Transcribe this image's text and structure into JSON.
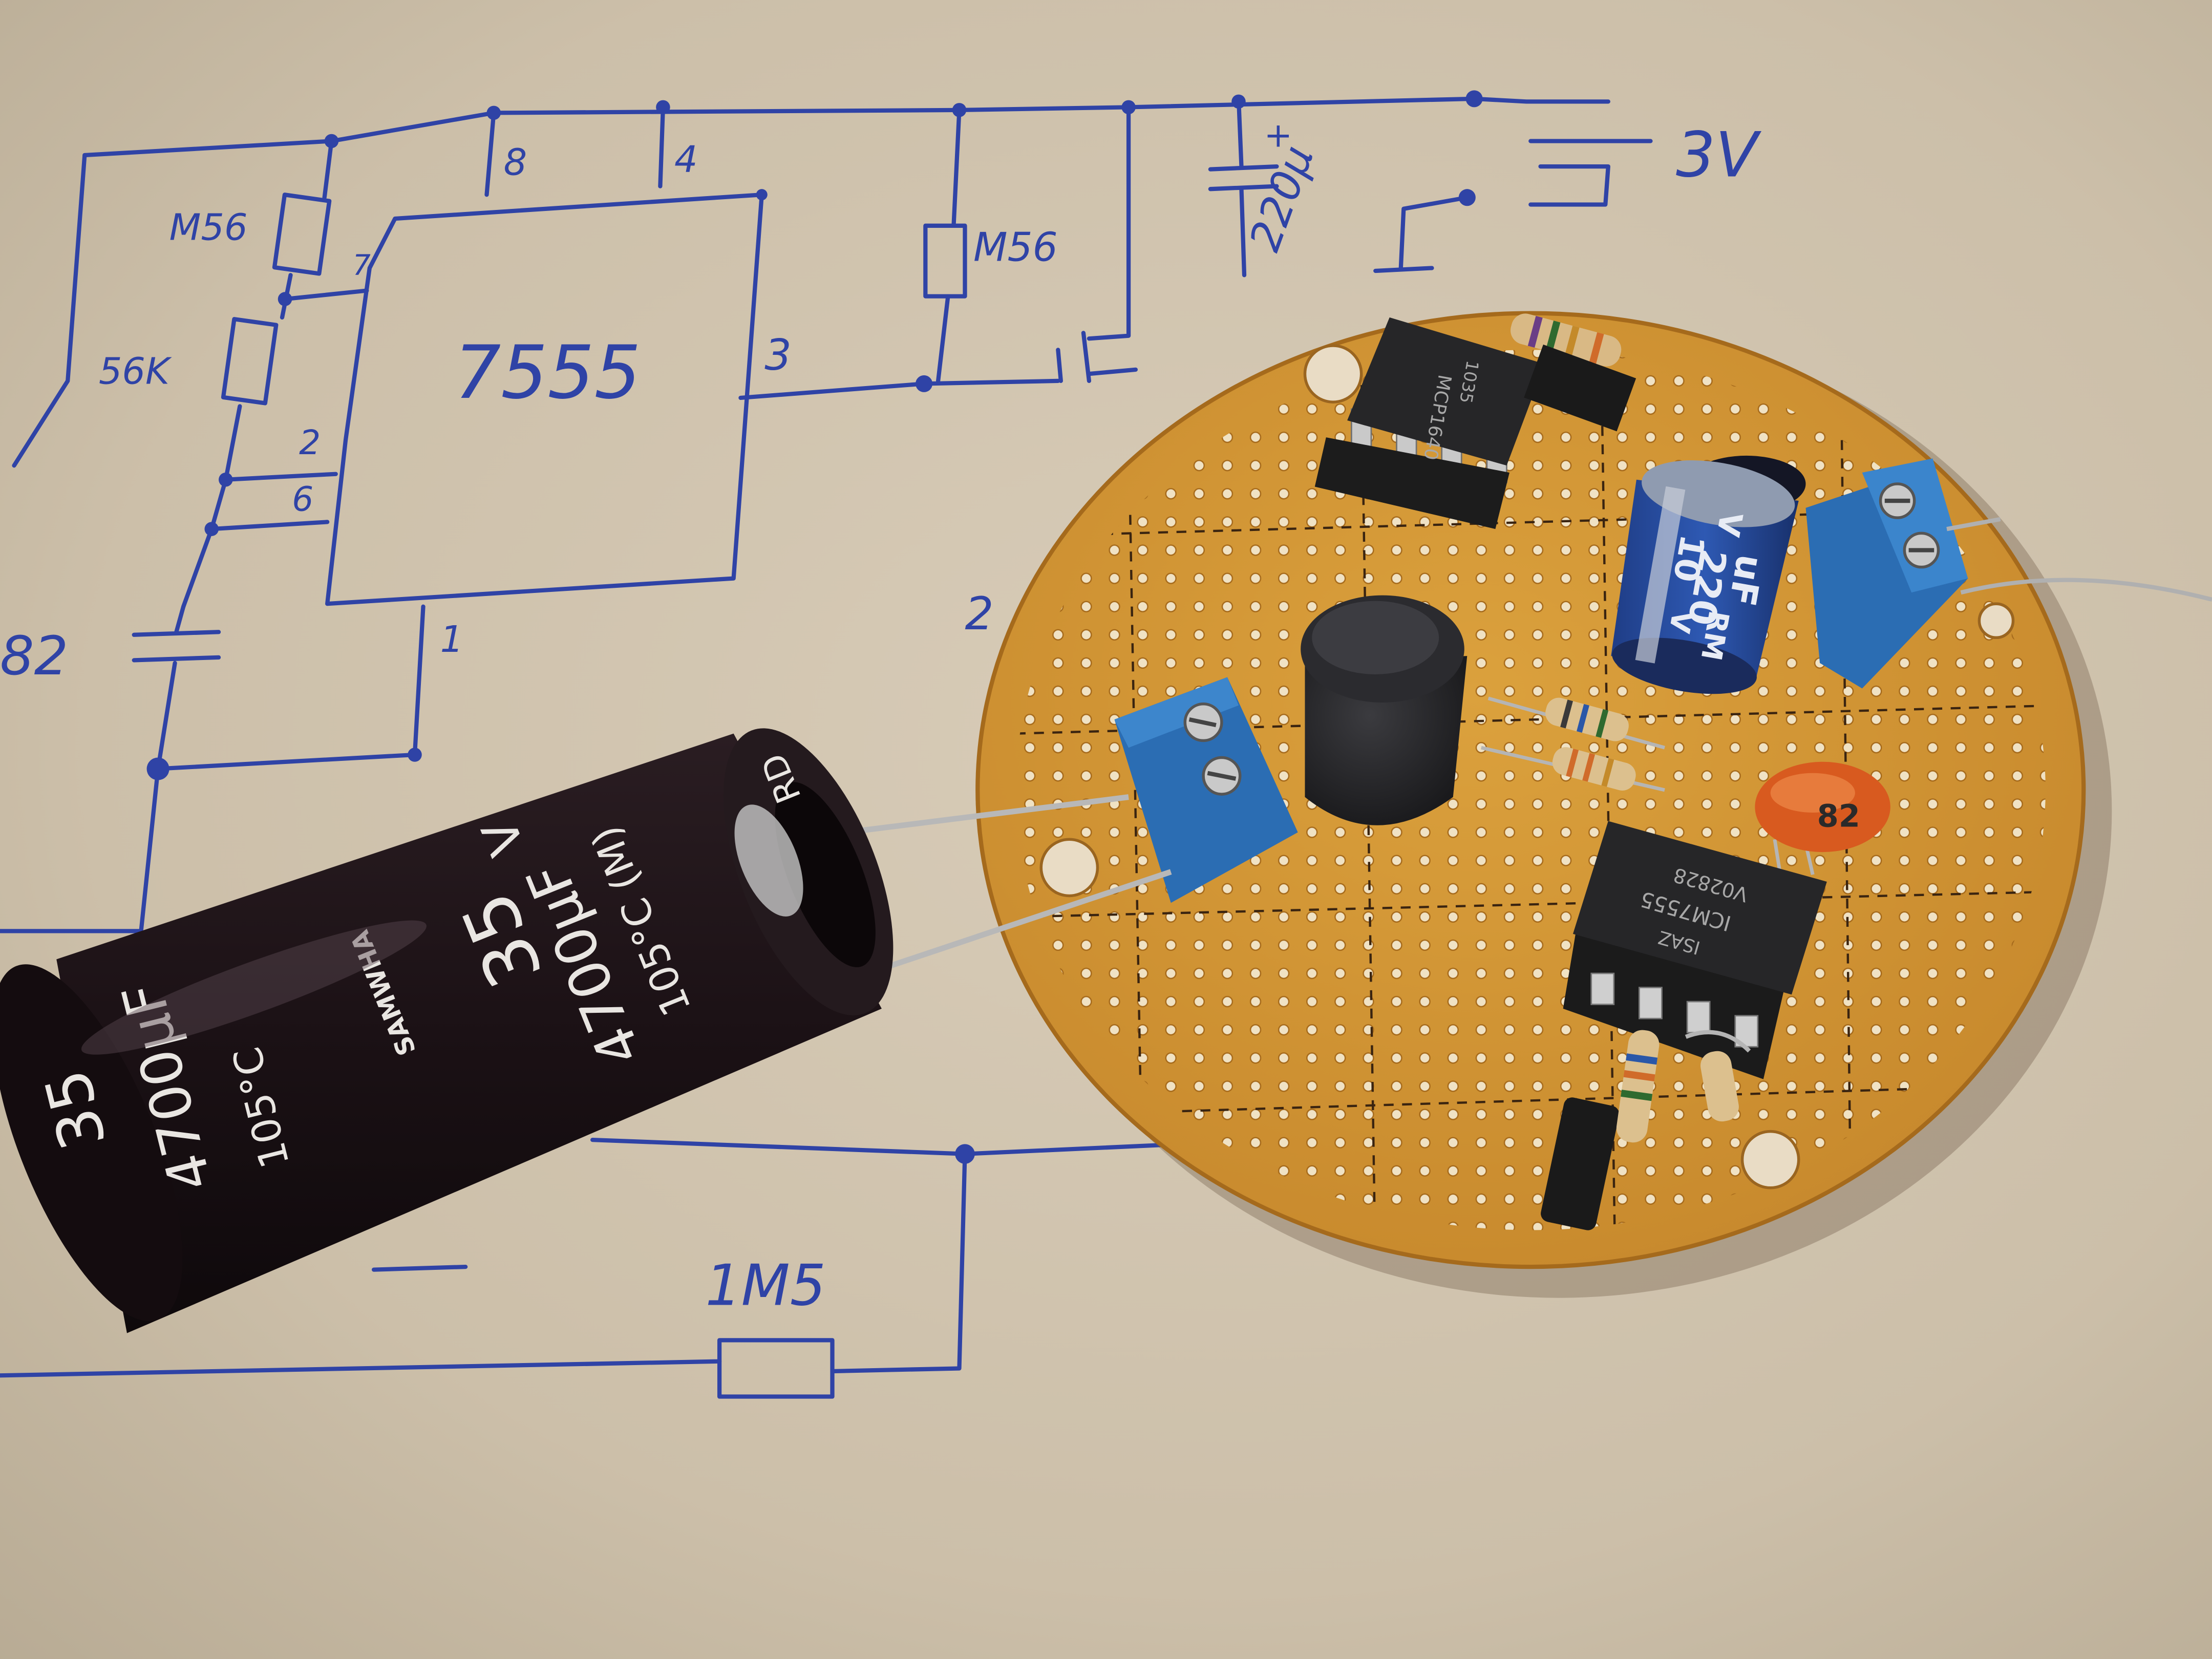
{
  "schematic": {
    "resistor_top_left": "M56",
    "resistor_mid_left": "56K",
    "ic_label": "7555",
    "pin_8": "8",
    "pin_4": "4",
    "pin_7": "7",
    "pin_2": "2",
    "pin_6": "6",
    "pin_3": "3",
    "pin_1": "1",
    "resistor_right": "M56",
    "cap_electrolytic_label": "220μ",
    "cap_plus": "+",
    "battery_label": "3V",
    "cap_left_label": "82",
    "edge_fragment": "2",
    "resistor_bottom": "1M5"
  },
  "components": {
    "big_cap_brand": "SAMWHA",
    "big_cap_series": "RD",
    "big_cap_voltage": "35",
    "big_cap_voltage_unit": "V",
    "big_cap_capacitance": "4700μF",
    "big_cap_temp": "105°C (M)",
    "big_cap_wrap_voltage": "35",
    "big_cap_wrap_capacitance": "4700μF",
    "big_cap_wrap_temp": "105°C",
    "small_cap_voltage": "10",
    "small_cap_voltage_unit": "V",
    "small_cap_capacitance": "220",
    "small_cap_unit": "uF",
    "small_cap_series": "RM",
    "small_cap_rating_unit": "V",
    "ceramic_cap": "82",
    "ic1_marking": "MCP1640",
    "ic1_code": "1035",
    "ic2_marking_line1": "ICM7555",
    "ic2_marking_line2": "V02828",
    "ic2_marking_line3": "ISAZ"
  },
  "colors": {
    "paper": "#cfc2ad",
    "ink": "#2f43a6",
    "pcb": "#cf922f",
    "hole": "#f2e6cf",
    "terminal": "#2b6db3",
    "cap_body": "#1a1114"
  }
}
